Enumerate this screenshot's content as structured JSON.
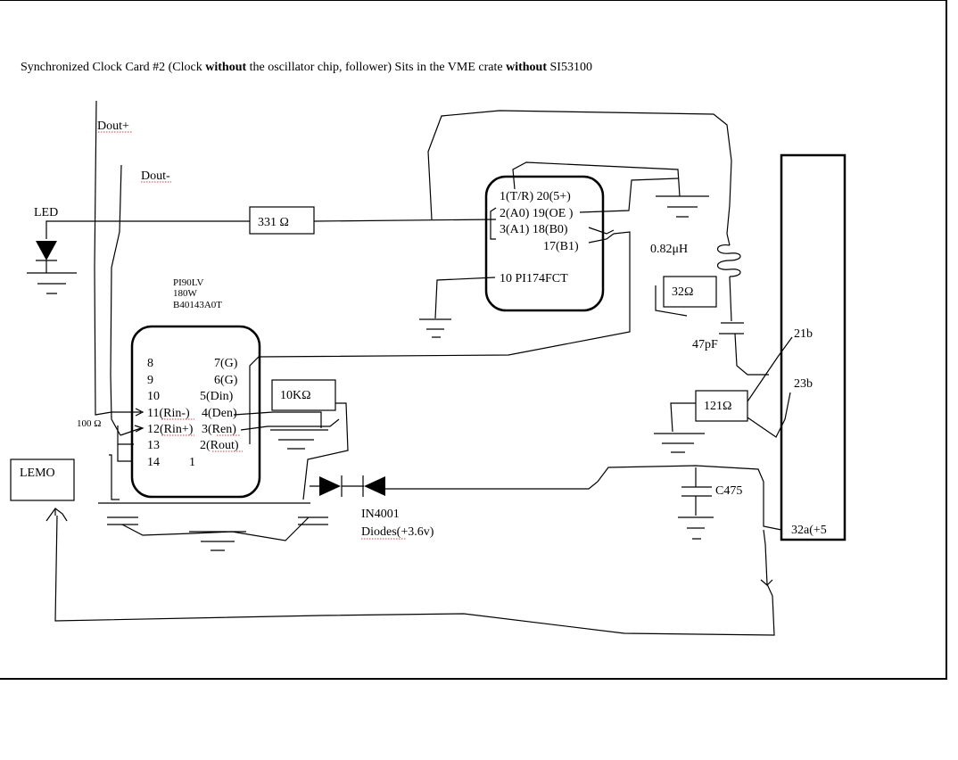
{
  "title": {
    "part1": "Synchronized Clock Card #2 (Clock ",
    "bold1": "without",
    "part2": " the oscillator chip, follower)   Sits in the VME crate ",
    "bold2": "without",
    "part3": " SI53100"
  },
  "signals": {
    "dout_plus": "Dout+",
    "dout_minus": "Dout-",
    "led": "LED",
    "lemo": "LEMO"
  },
  "resistors": {
    "r331": "331 Ω",
    "r10k": "10KΩ",
    "r32": "32Ω",
    "r121": "121Ω",
    "r100": "100 Ω"
  },
  "receiver_chip": {
    "label_lines": [
      "PI90LV",
      "180W",
      "B40143A0T"
    ],
    "pins_left": [
      "8",
      "9",
      "10",
      "11(Rin-)",
      "12(Rin+)",
      "13",
      "14"
    ],
    "pins_right": [
      "7(G)",
      "6(G)",
      "5(Din)",
      "4(Den)",
      "3(Ren)",
      "2(Rout)",
      "1"
    ]
  },
  "buffer_chip": {
    "row1": "1(T/R)   20(5+)",
    "row2": "2(A0) 19(OE  )",
    "row3": "3(A1)   18(B0)",
    "row4": "17(B1)",
    "row5": "10   PI174FCT"
  },
  "components": {
    "inductor": "0.82μH",
    "cap47": "47pF",
    "cap475": "C475",
    "diodes_line1": "IN4001",
    "diodes_line2": "Diodes(+3.6v)"
  },
  "connector": {
    "pin21b": "21b",
    "pin23b": "23b",
    "pin32a": "32a(+5"
  }
}
